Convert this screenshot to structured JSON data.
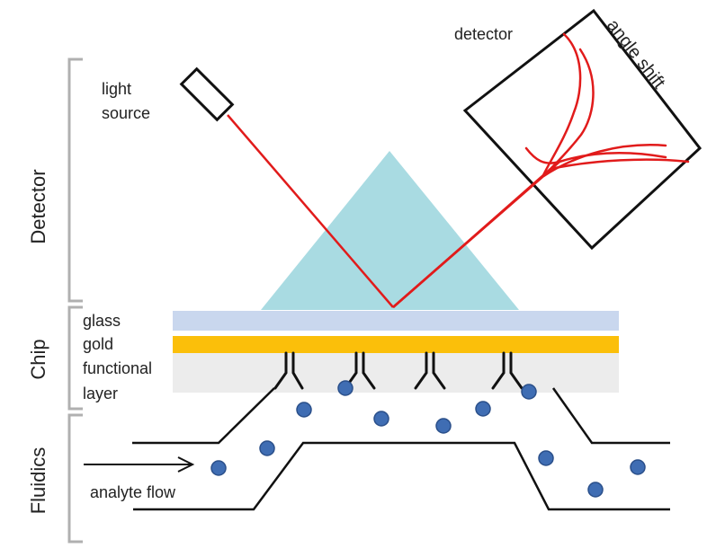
{
  "labels": {
    "light_source_1": "light",
    "light_source_2": "source",
    "detector": "detector",
    "angle_shift": "angle shift",
    "glass": "glass",
    "gold": "gold",
    "functional": "functional",
    "layer": "layer",
    "analyte_flow": "analyte flow"
  },
  "sections": {
    "detector": "Detector",
    "chip": "Chip",
    "fluidics": "Fluidics"
  },
  "colors": {
    "beam": "#e11b1b",
    "prism": "#a9dbe2",
    "glass": "#c9d7ee",
    "gold": "#fbbf0a",
    "functional_layer": "#ececec",
    "molecule": "#3f6db3",
    "molecule_edge": "#2a4f8a",
    "bracket": "#b0b0b0"
  }
}
